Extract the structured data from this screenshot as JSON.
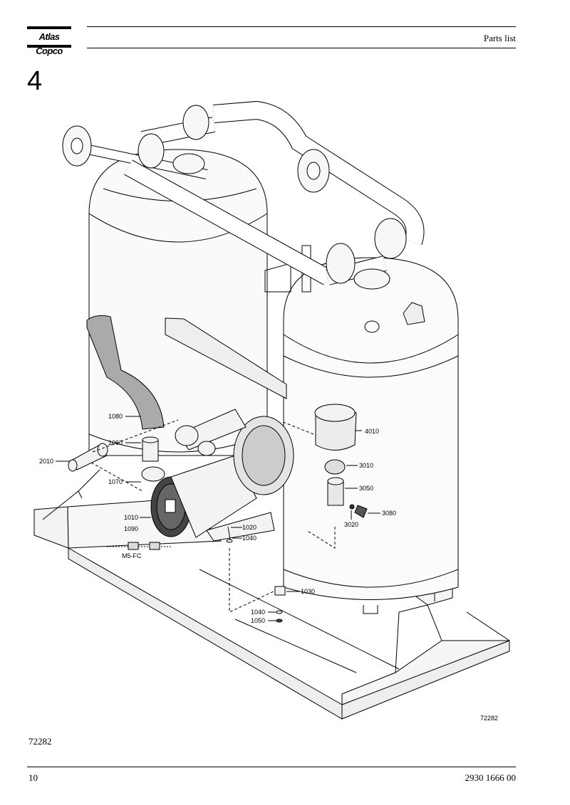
{
  "header": {
    "logo_text": "Atlas Copco",
    "title": "Parts list"
  },
  "section": {
    "number": "4"
  },
  "drawing": {
    "drawing_number": "72282",
    "labels": [
      {
        "id": "1080",
        "text": "1080"
      },
      {
        "id": "1060",
        "text": "1060"
      },
      {
        "id": "2010",
        "text": "2010"
      },
      {
        "id": "1070",
        "text": "1070"
      },
      {
        "id": "1010",
        "text": "1010"
      },
      {
        "id": "1090",
        "text": "1090"
      },
      {
        "id": "m5fc",
        "text": "M5-FC"
      },
      {
        "id": "1020",
        "text": "1020"
      },
      {
        "id": "1040a",
        "text": "1040"
      },
      {
        "id": "4010",
        "text": "4010"
      },
      {
        "id": "3010",
        "text": "3010"
      },
      {
        "id": "3050",
        "text": "3050"
      },
      {
        "id": "3080",
        "text": "3080"
      },
      {
        "id": "3020",
        "text": "3020"
      },
      {
        "id": "1030",
        "text": "1030"
      },
      {
        "id": "1040b",
        "text": "1040"
      },
      {
        "id": "1050",
        "text": "1050"
      }
    ]
  },
  "figure_reference": "72282",
  "footer": {
    "page_number": "10",
    "document_number": "2930 1666 00"
  }
}
